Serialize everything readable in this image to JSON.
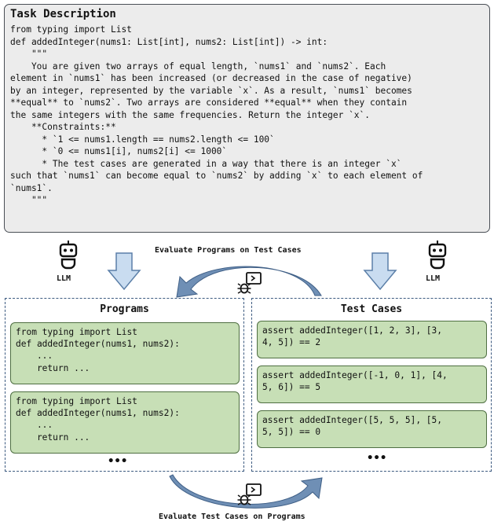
{
  "task": {
    "title": "Task Description",
    "lines": [
      "from typing import List",
      "def addedInteger(nums1: List[int], nums2: List[int]) -> int:",
      "    \"\"\"",
      "    You are given two arrays of equal length, `nums1` and `nums2`. Each",
      "element in `nums1` has been increased (or decreased in the case of negative)",
      "by an integer, represented by the variable `x`. As a result, `nums1` becomes",
      "**equal** to `nums2`. Two arrays are considered **equal** when they contain",
      "the same integers with the same frequencies. Return the integer `x`.",
      "",
      "    **Constraints:**",
      "      * `1 <= nums1.length == nums2.length <= 100`",
      "      * `0 <= nums1[i], nums2[i] <= 1000`",
      "      * The test cases are generated in a way that there is an integer `x`",
      "such that `nums1` can become equal to `nums2` by adding `x` to each element of",
      "`nums1`.",
      "    \"\"\""
    ]
  },
  "llm_label": "LLM",
  "top_caption": "Evaluate Programs on Test Cases",
  "bottom_caption": "Evaluate Test Cases on Programs",
  "programs": {
    "title": "Programs",
    "cards": [
      {
        "lines": [
          "from typing import List",
          "def addedInteger(nums1, nums2):",
          "    ...",
          "    return ..."
        ]
      },
      {
        "lines": [
          "from typing import List",
          "def addedInteger(nums1, nums2):",
          "    ...",
          "    return ..."
        ]
      }
    ],
    "more": "•••"
  },
  "tests": {
    "title": "Test Cases",
    "cards": [
      {
        "lines": [
          "assert addedInteger([1, 2, 3], [3,",
          "4, 5]) == 2"
        ]
      },
      {
        "lines": [
          "assert addedInteger([-1, 0, 1], [4,",
          "5, 6]) == 5"
        ]
      },
      {
        "lines": [
          "assert addedInteger([5, 5, 5], [5,",
          "5, 5]) == 0"
        ]
      }
    ],
    "more": "•••"
  },
  "colors": {
    "task_bg": "#ececec",
    "card_fill": "#c7dfb6",
    "card_border": "#4f6f42",
    "arrow_fill": "#c9dcf0",
    "arrow_stroke": "#5b7fa8",
    "curve_fill": "#6f8fb5"
  },
  "icons": [
    "robot-icon",
    "bug-terminal-icon",
    "down-arrow-icon",
    "curved-arrow-icon"
  ]
}
